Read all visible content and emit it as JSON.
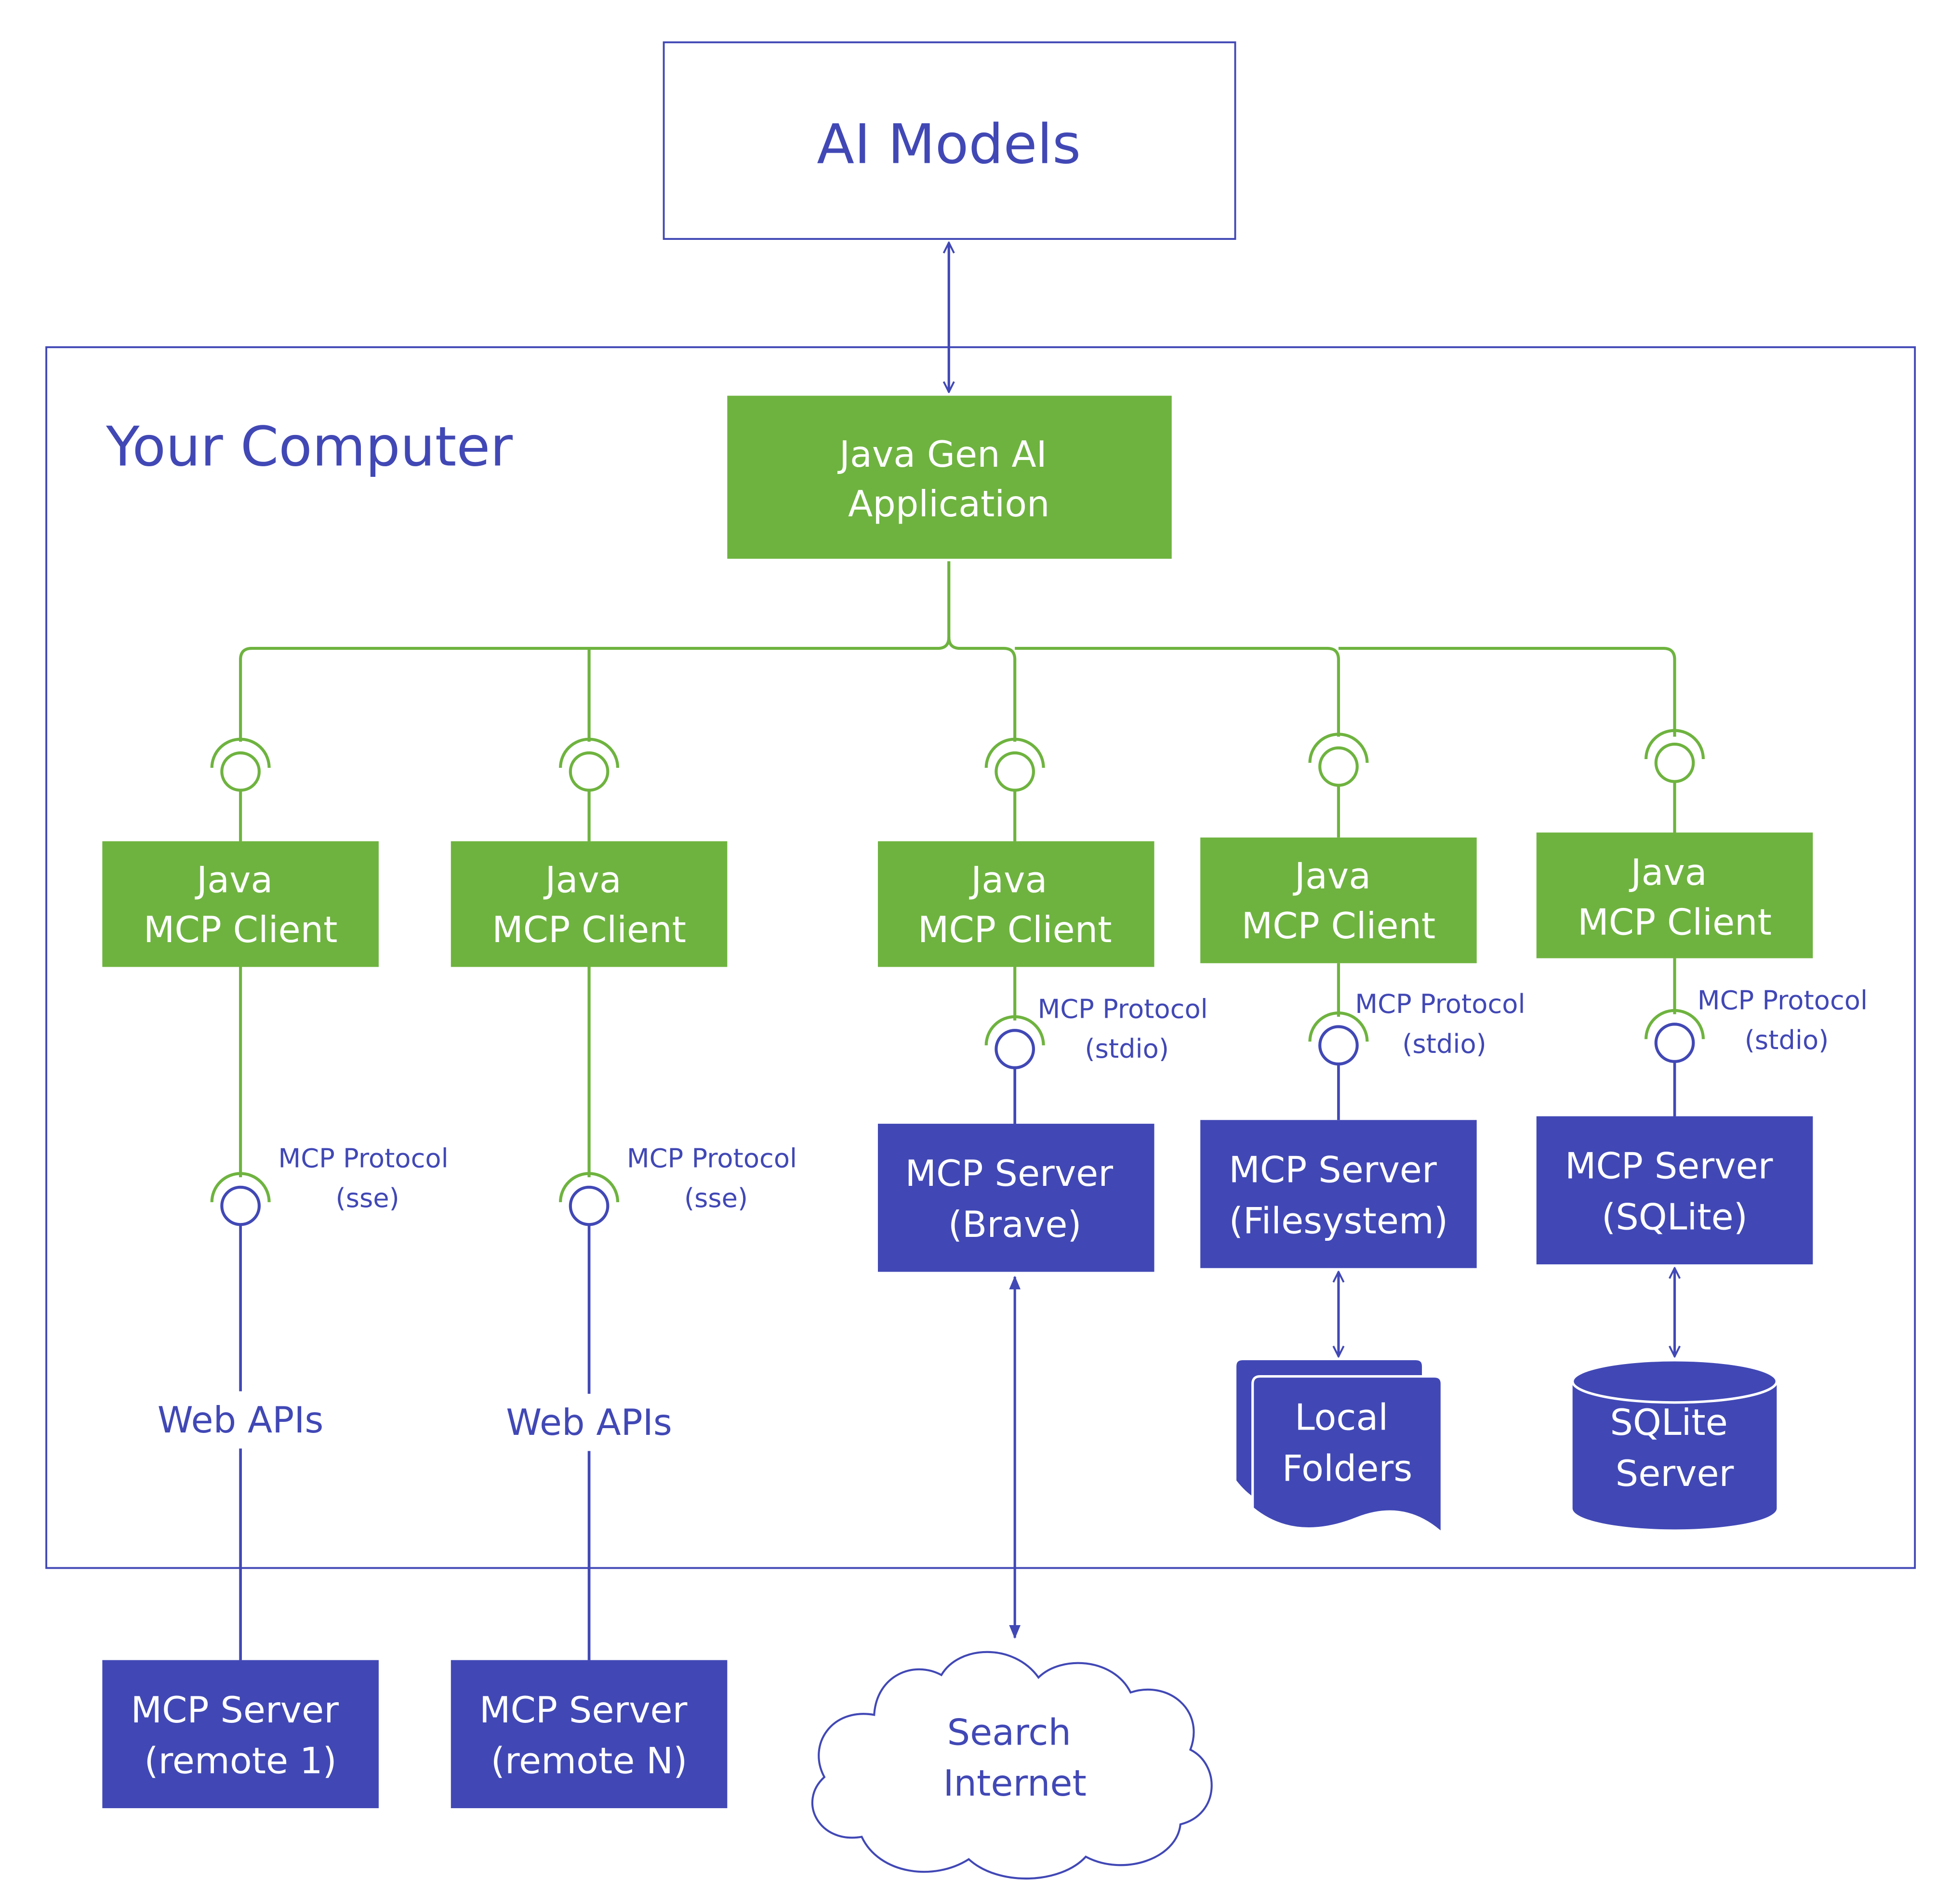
{
  "colors": {
    "blue": "#4148b5",
    "green": "#6eb33f",
    "white": "#ffffff"
  },
  "ai_models": "AI Models",
  "computer_label": "Your Computer",
  "gen_ai_app": [
    "Java Gen AI",
    "Application"
  ],
  "clients": [
    [
      "Java",
      "MCP Client"
    ],
    [
      "Java",
      "MCP Client"
    ],
    [
      "Java",
      "MCP Client"
    ],
    [
      "Java",
      "MCP Client"
    ],
    [
      "Java",
      "MCP Client"
    ]
  ],
  "protocols": [
    [
      "MCP Protocol",
      "(sse)"
    ],
    [
      "MCP Protocol",
      "(sse)"
    ],
    [
      "MCP Protocol",
      "(stdio)"
    ],
    [
      "MCP Protocol",
      "(stdio)"
    ],
    [
      "MCP Protocol",
      "(stdio)"
    ]
  ],
  "web_apis": [
    "Web APIs",
    "Web APIs"
  ],
  "local_servers": [
    [
      "MCP Server",
      "(Brave)"
    ],
    [
      "MCP Server",
      "(Filesystem)"
    ],
    [
      "MCP Server",
      "(SQLite)"
    ]
  ],
  "remote_servers": [
    [
      "MCP Server",
      "(remote 1)"
    ],
    [
      "MCP Server",
      "(remote N)"
    ]
  ],
  "local_folders": [
    "Local",
    "Folders"
  ],
  "sqlite_db": [
    "SQLite",
    "Server"
  ],
  "search_internet": [
    "Search",
    "Internet"
  ]
}
